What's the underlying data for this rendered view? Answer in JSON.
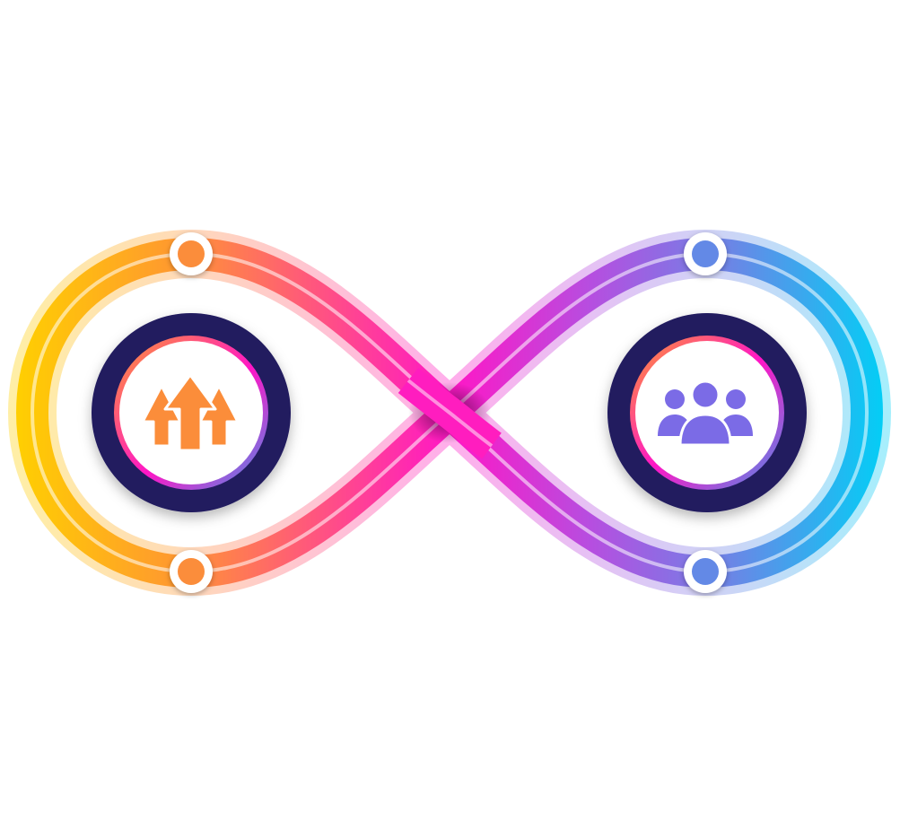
{
  "diagram": {
    "shape": "infinity-loop",
    "colors": {
      "orange": "#ff9a2e",
      "yellow": "#ffce00",
      "pink": "#ff2d8f",
      "magenta": "#ff17c6",
      "purple": "#9c5ce6",
      "blue": "#5b8fe8",
      "cyan": "#00cff5",
      "navy": "#201a5e",
      "node_orange": "#fb8d3a",
      "node_blue": "#6389e6"
    },
    "hubs": [
      {
        "id": "left",
        "icon": "growth-arrows-icon",
        "icon_color": "#fb8d3a"
      },
      {
        "id": "right",
        "icon": "team-icon",
        "icon_color": "#7b6be6"
      }
    ],
    "nodes": [
      {
        "id": "top-left",
        "color": "#fb8d3a"
      },
      {
        "id": "bottom-left",
        "color": "#fb8d3a"
      },
      {
        "id": "top-right",
        "color": "#6389e6"
      },
      {
        "id": "bottom-right",
        "color": "#6389e6"
      }
    ]
  }
}
